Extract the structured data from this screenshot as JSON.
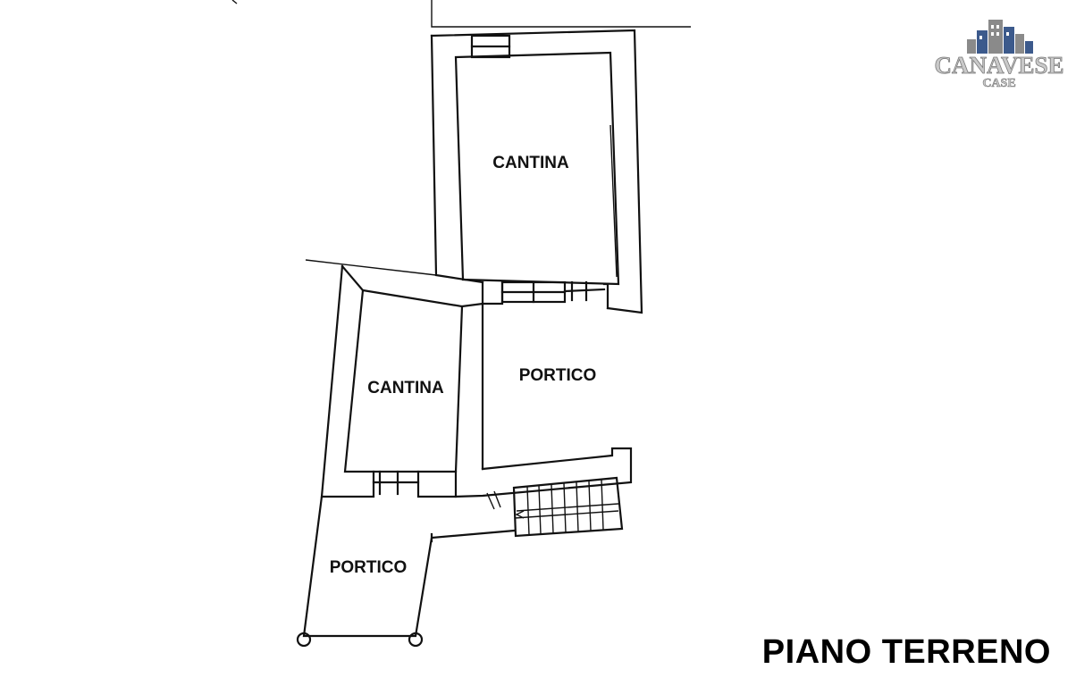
{
  "plan": {
    "title": "PIANO TERRENO",
    "rooms": [
      {
        "label": "CANTINA"
      },
      {
        "label": "CANTINA"
      },
      {
        "label": "PORTICO"
      },
      {
        "label": "PORTICO"
      }
    ]
  },
  "logo": {
    "name": "CANAVESE",
    "tagline": "CASE",
    "colors": {
      "fill": "#c9c9c9",
      "outline": "#7a7a7a",
      "house_blue": "#3c5a8c",
      "house_grey": "#8a8a8a"
    }
  }
}
